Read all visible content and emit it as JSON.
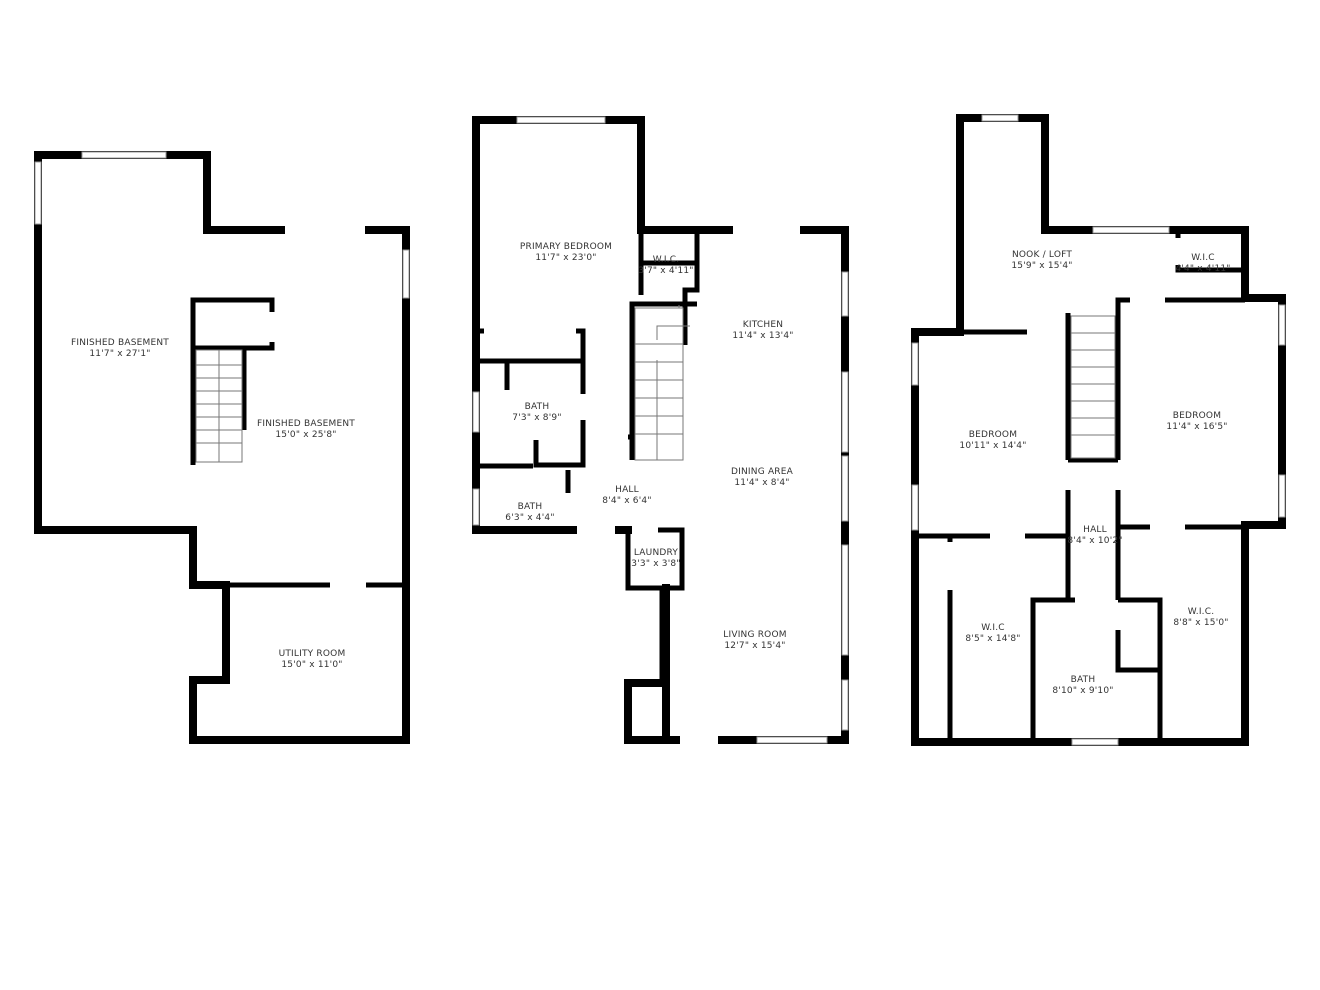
{
  "floors": [
    {
      "rooms": [
        {
          "name": "FINISHED BASEMENT",
          "size": "11'7\" x 27'1\""
        },
        {
          "name": "FINISHED BASEMENT",
          "size": "15'0\" x 25'8\""
        },
        {
          "name": "UTILITY ROOM",
          "size": "15'0\" x 11'0\""
        }
      ]
    },
    {
      "rooms": [
        {
          "name": "PRIMARY BEDROOM",
          "size": "11'7\" x 23'0\""
        },
        {
          "name": "W.I.C.",
          "size": "3'7\" x 4'11\""
        },
        {
          "name": "KITCHEN",
          "size": "11'4\" x 13'4\""
        },
        {
          "name": "BATH",
          "size": "7'3\" x 8'9\""
        },
        {
          "name": "DINING AREA",
          "size": "11'4\" x 8'4\""
        },
        {
          "name": "HALL",
          "size": "8'4\" x 6'4\""
        },
        {
          "name": "BATH",
          "size": "6'3\" x 4'4\""
        },
        {
          "name": "LAUNDRY",
          "size": "3'3\" x 3'8\""
        },
        {
          "name": "LIVING ROOM",
          "size": "12'7\" x 15'4\""
        }
      ]
    },
    {
      "rooms": [
        {
          "name": "NOOK / LOFT",
          "size": "15'9\" x 15'4\""
        },
        {
          "name": "W.I.C",
          "size": "4'4\" x 4'11\""
        },
        {
          "name": "BEDROOM",
          "size": "10'11\" x 14'4\""
        },
        {
          "name": "BEDROOM",
          "size": "11'4\" x 16'5\""
        },
        {
          "name": "HALL",
          "size": "8'4\" x 10'2\""
        },
        {
          "name": "W.I.C",
          "size": "8'5\" x 14'8\""
        },
        {
          "name": "W.I.C.",
          "size": "8'8\" x 15'0\""
        },
        {
          "name": "BATH",
          "size": "8'10\" x 9'10\""
        }
      ]
    }
  ]
}
